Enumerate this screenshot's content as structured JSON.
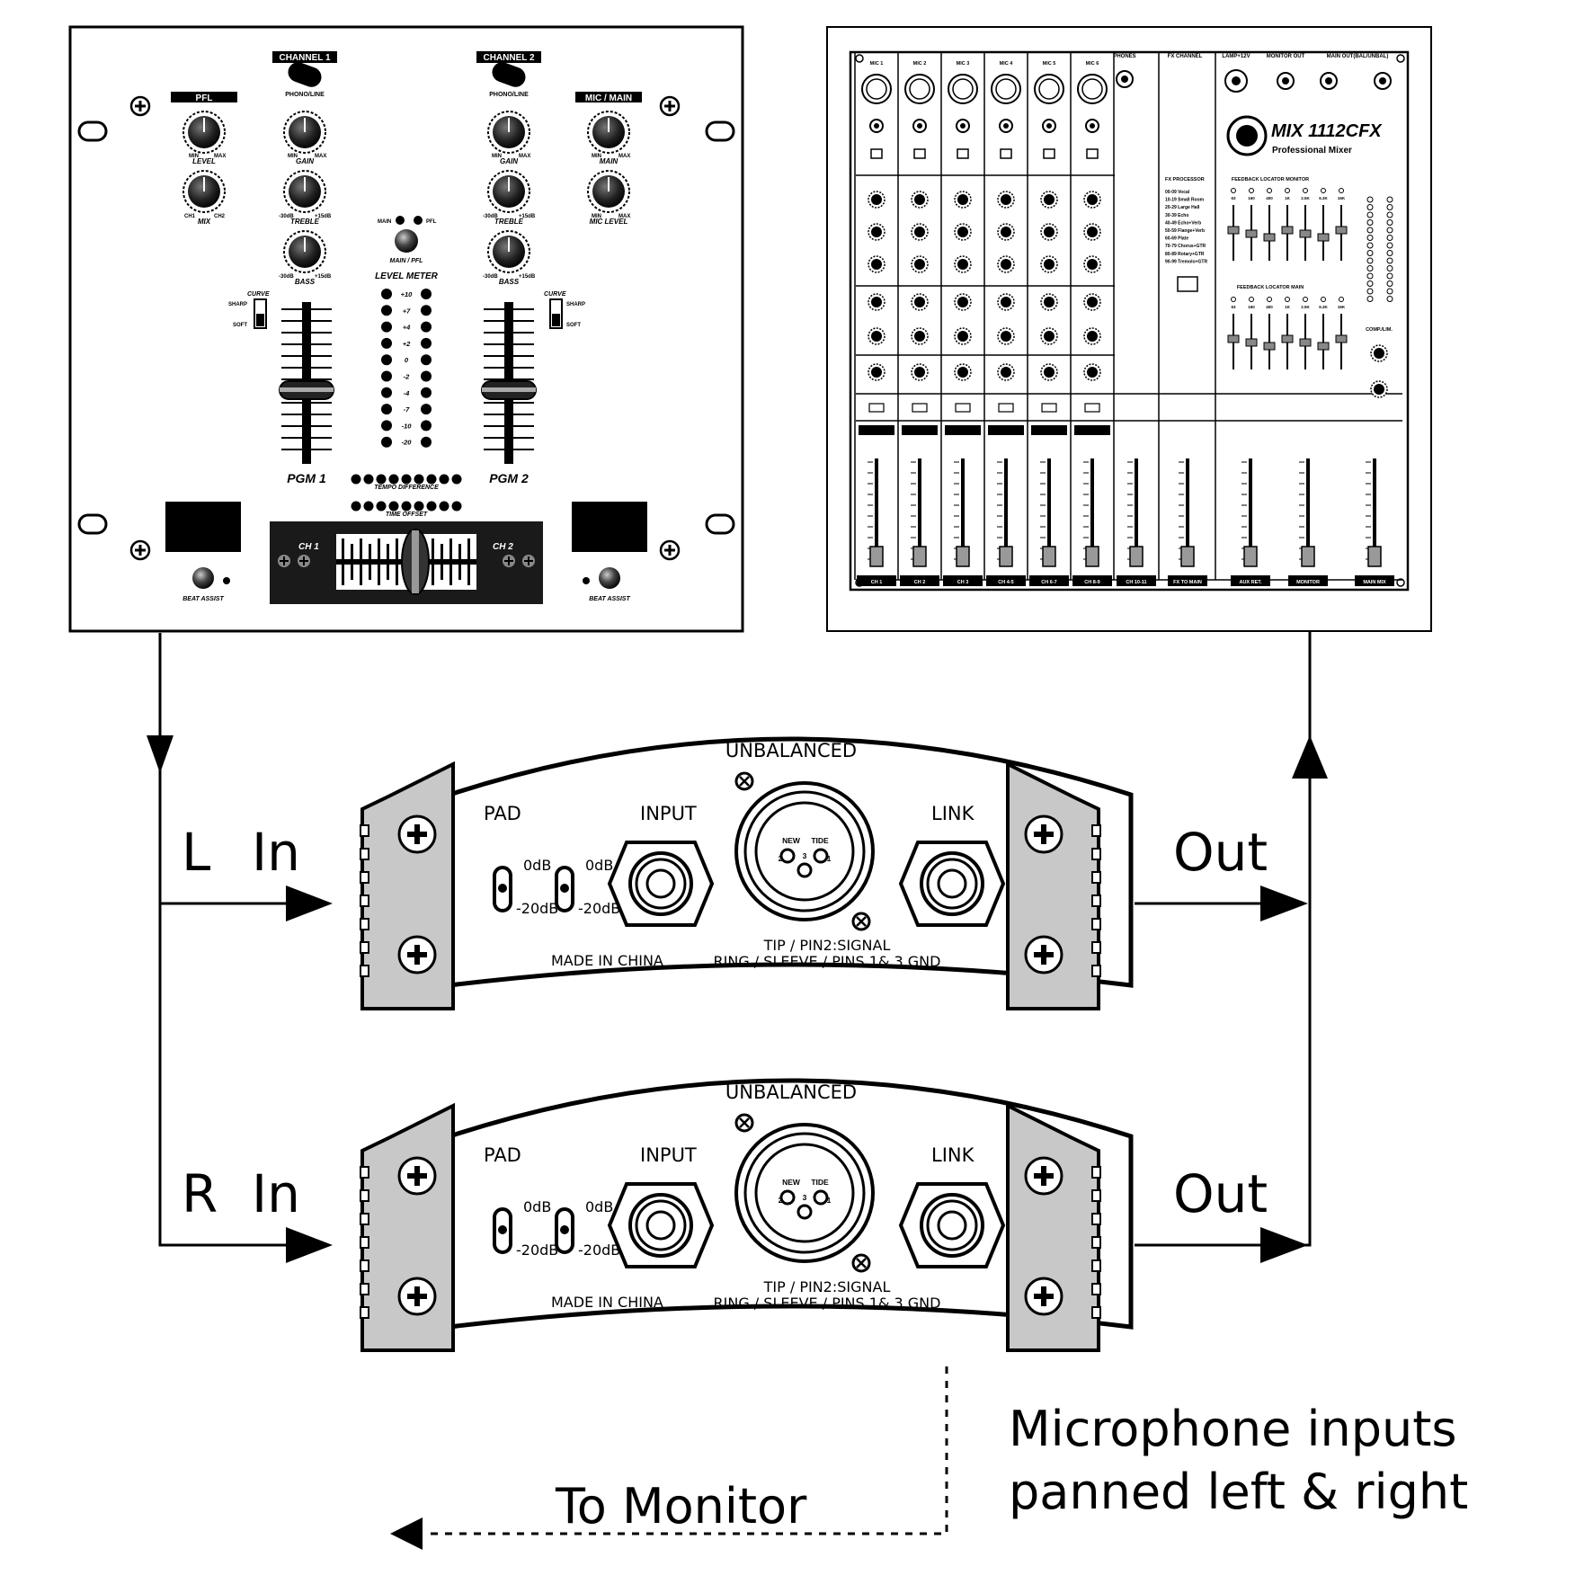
{
  "dj_mixer": {
    "channel1": "CHANNEL 1",
    "channel2": "CHANNEL 2",
    "pfl": "PFL",
    "mic_main": "MIC / MAIN",
    "phono_line": "PHONO/LINE",
    "level": "LEVEL",
    "mix": "MIX",
    "gain": "GAIN",
    "treble": "TREBLE",
    "bass": "BASS",
    "main": "MAIN",
    "mic_level": "MIC LEVEL",
    "min": "MIN",
    "max": "MAX",
    "ch1_short": "CH1",
    "ch2_short": "CH2",
    "minus30": "-30dB",
    "plus15": "+15dB",
    "led_main": "MAIN",
    "led_pfl": "PFL",
    "main_pfl": "MAIN / PFL",
    "level_meter": "LEVEL METER",
    "meter_ticks": [
      "+10",
      "+7",
      "+4",
      "+2",
      "0",
      "-2",
      "-4",
      "-7",
      "-10",
      "-20"
    ],
    "curve": "CURVE",
    "sharp": "SHARP",
    "soft": "SOFT",
    "pgm1": "PGM 1",
    "pgm2": "PGM 2",
    "tempo_difference": "TEMPO DIFFERENCE",
    "time_offset": "TIME OFFSET",
    "ch1": "CH 1",
    "ch2": "CH 2",
    "beat_assist": "BEAT ASSIST"
  },
  "console": {
    "model": "MIX 1112CFX",
    "subtitle": "Professional Mixer",
    "mic_channels": [
      "MIC 1",
      "MIC 2",
      "MIC 3",
      "MIC 4",
      "MIC 5",
      "MIC 6"
    ],
    "phones": "PHONES",
    "fx_channel": "FX CHANNEL",
    "lamp": "LAMP+12V",
    "monitor_out": "MONITOR OUT",
    "main_out": "MAIN OUT(BAL/UNBAL)",
    "fx_processor": "FX PROCESSOR",
    "fx_presets": [
      "00-09 Vocal",
      "10-19 Small Room",
      "20-29 Large Hall",
      "30-39 Echo",
      "40-49 Echo+Verb",
      "50-59 Flange+Verb",
      "60-69 Plate",
      "70-79 Chorus+GTR",
      "80-89 Rotary+GTR",
      "90-99 Tremolo+GTR"
    ],
    "feedback_monitor": "FEEDBACK LOCATOR   MONITOR",
    "feedback_main": "FEEDBACK LOCATOR   MAIN",
    "eq_bands": [
      "63",
      "160",
      "400",
      "1K",
      "2.5K",
      "6.3K",
      "16K"
    ],
    "comp_lim": "COMP./LIM.",
    "strip_labels": [
      "CH 1",
      "CH 2",
      "CH 3",
      "CH 4-5",
      "CH 6-7",
      "CH 8-9",
      "CH 10-11",
      "FX TO MAIN",
      "AUX RET.",
      "MONITOR",
      "MAIN MIX"
    ]
  },
  "di_boxes": [
    {
      "unbalanced": "UNBALANCED",
      "pad": "PAD",
      "input": "INPUT",
      "link": "LINK",
      "pad_0db": "0dB",
      "pad_minus20": "-20dB",
      "xlr_new": "NEW",
      "xlr_tide": "TIDE",
      "pin1": "1",
      "pin2": "2",
      "pin3": "3",
      "made_in": "MADE IN CHINA",
      "wiring_line1": "TIP / PIN2:SIGNAL",
      "wiring_line2": "RING / SLEEVE / PINS 1& 3 GND"
    },
    {
      "unbalanced": "UNBALANCED",
      "pad": "PAD",
      "input": "INPUT",
      "link": "LINK",
      "pad_0db": "0dB",
      "pad_minus20": "-20dB",
      "xlr_new": "NEW",
      "xlr_tide": "TIDE",
      "pin1": "1",
      "pin2": "2",
      "pin3": "3",
      "made_in": "MADE IN CHINA",
      "wiring_line1": "TIP / PIN2:SIGNAL",
      "wiring_line2": "RING / SLEEVE / PINS 1& 3 GND"
    }
  ],
  "labels": {
    "l_in_letter": "L",
    "l_in_word": "In",
    "r_in_letter": "R",
    "r_in_word": "In",
    "out_top": "Out",
    "out_bottom": "Out",
    "to_monitor": "To Monitor",
    "caption_line1": "Microphone inputs",
    "caption_line2": "panned left & right"
  },
  "colors": {
    "ink": "#000000",
    "paper": "#ffffff",
    "end_cap": "#c8c8c8",
    "panel_dark": "#1a1a1a"
  }
}
